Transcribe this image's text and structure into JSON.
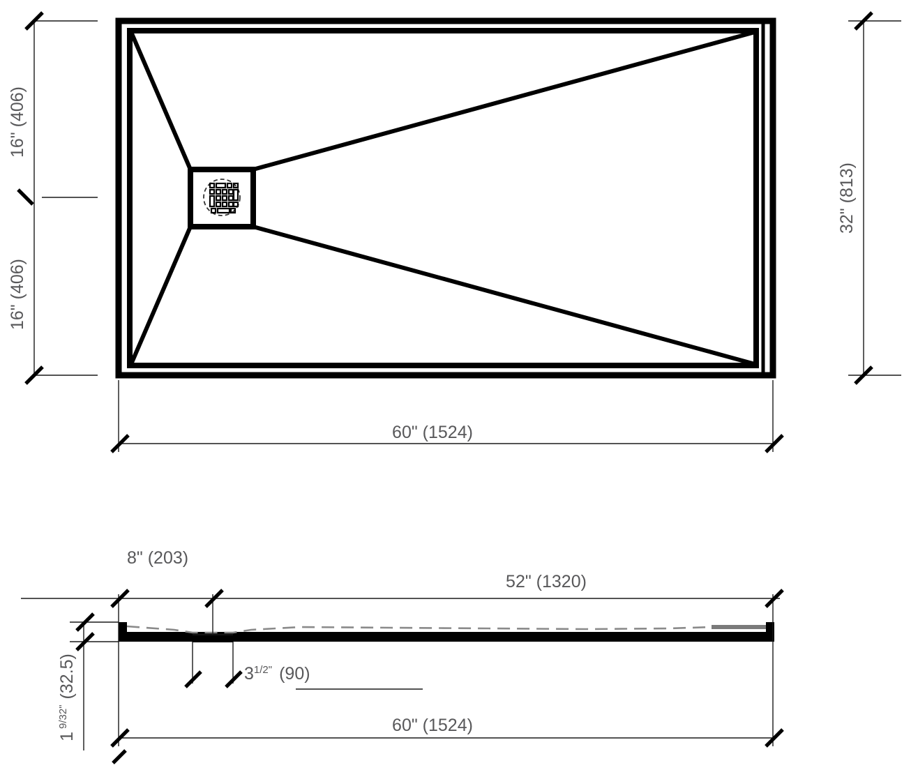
{
  "document": {
    "type": "technical-drawing",
    "subject": "shower-base-dimensioned-drawing",
    "views": [
      "plan-view",
      "elevation-view"
    ]
  },
  "colors": {
    "line": "#000000",
    "dimension_text": "#58585a",
    "dimension_line": "#1a1a1a",
    "slope_dash": "#8a8a8a",
    "background": "#ffffff"
  },
  "plan_view": {
    "name": "plan-view",
    "dimensions": {
      "left_upper": "16\" (406)",
      "left_lower": "16\" (406)",
      "right_overall": "32\" (813)",
      "bottom_overall": "60\" (1524)"
    },
    "drain": {
      "label": "drain-grate",
      "shape": "square-with-round-grate"
    }
  },
  "elevation_view": {
    "name": "elevation-view",
    "dimensions": {
      "drain_offset": "8\" (203)",
      "top_span": "52\" (1320)",
      "drain_width": "3",
      "drain_width_fraction": "1/2",
      "drain_width_unit": "\"",
      "drain_width_metric": "(90)",
      "height_whole": "1",
      "height_fraction": "9/32",
      "height_unit": "\"",
      "height_metric": "(32.5)",
      "bottom_overall": "60\" (1524)"
    }
  }
}
